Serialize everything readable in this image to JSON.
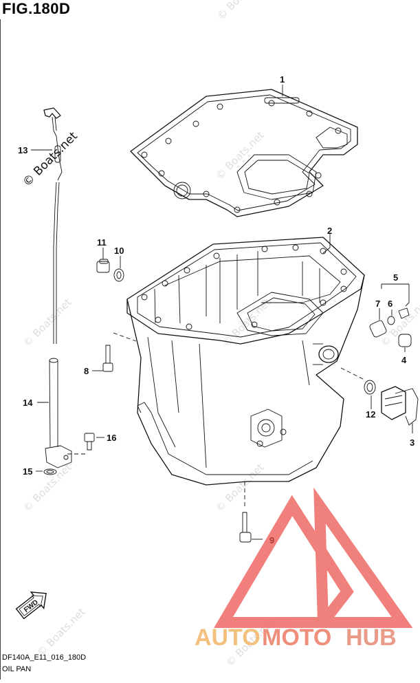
{
  "figure": {
    "title": "FIG.180D",
    "code": "DF140A_E11_016_180D",
    "caption": "OIL PAN"
  },
  "watermark_text": "© Boats.net",
  "logo": {
    "text_a": "AUTO",
    "text_b": "MOTO",
    "text_c": "HUB",
    "color_a": "#f3c07d",
    "color_b": "#ef8e7a",
    "color_c": "#e99a88",
    "mark_color": "#ee6a66"
  },
  "fwd_label": "FWD",
  "parts": [
    {
      "id": "label-1",
      "text": "1"
    },
    {
      "id": "label-2",
      "text": "2"
    },
    {
      "id": "label-3",
      "text": "3"
    },
    {
      "id": "label-4",
      "text": "4"
    },
    {
      "id": "label-5",
      "text": "5"
    },
    {
      "id": "label-6",
      "text": "6"
    },
    {
      "id": "label-7",
      "text": "7"
    },
    {
      "id": "label-8",
      "text": "8"
    },
    {
      "id": "label-9",
      "text": "9"
    },
    {
      "id": "label-10",
      "text": "10"
    },
    {
      "id": "label-11",
      "text": "11"
    },
    {
      "id": "label-12",
      "text": "12"
    },
    {
      "id": "label-13",
      "text": "13"
    },
    {
      "id": "label-14",
      "text": "14"
    },
    {
      "id": "label-15",
      "text": "15"
    },
    {
      "id": "label-16",
      "text": "16"
    }
  ]
}
